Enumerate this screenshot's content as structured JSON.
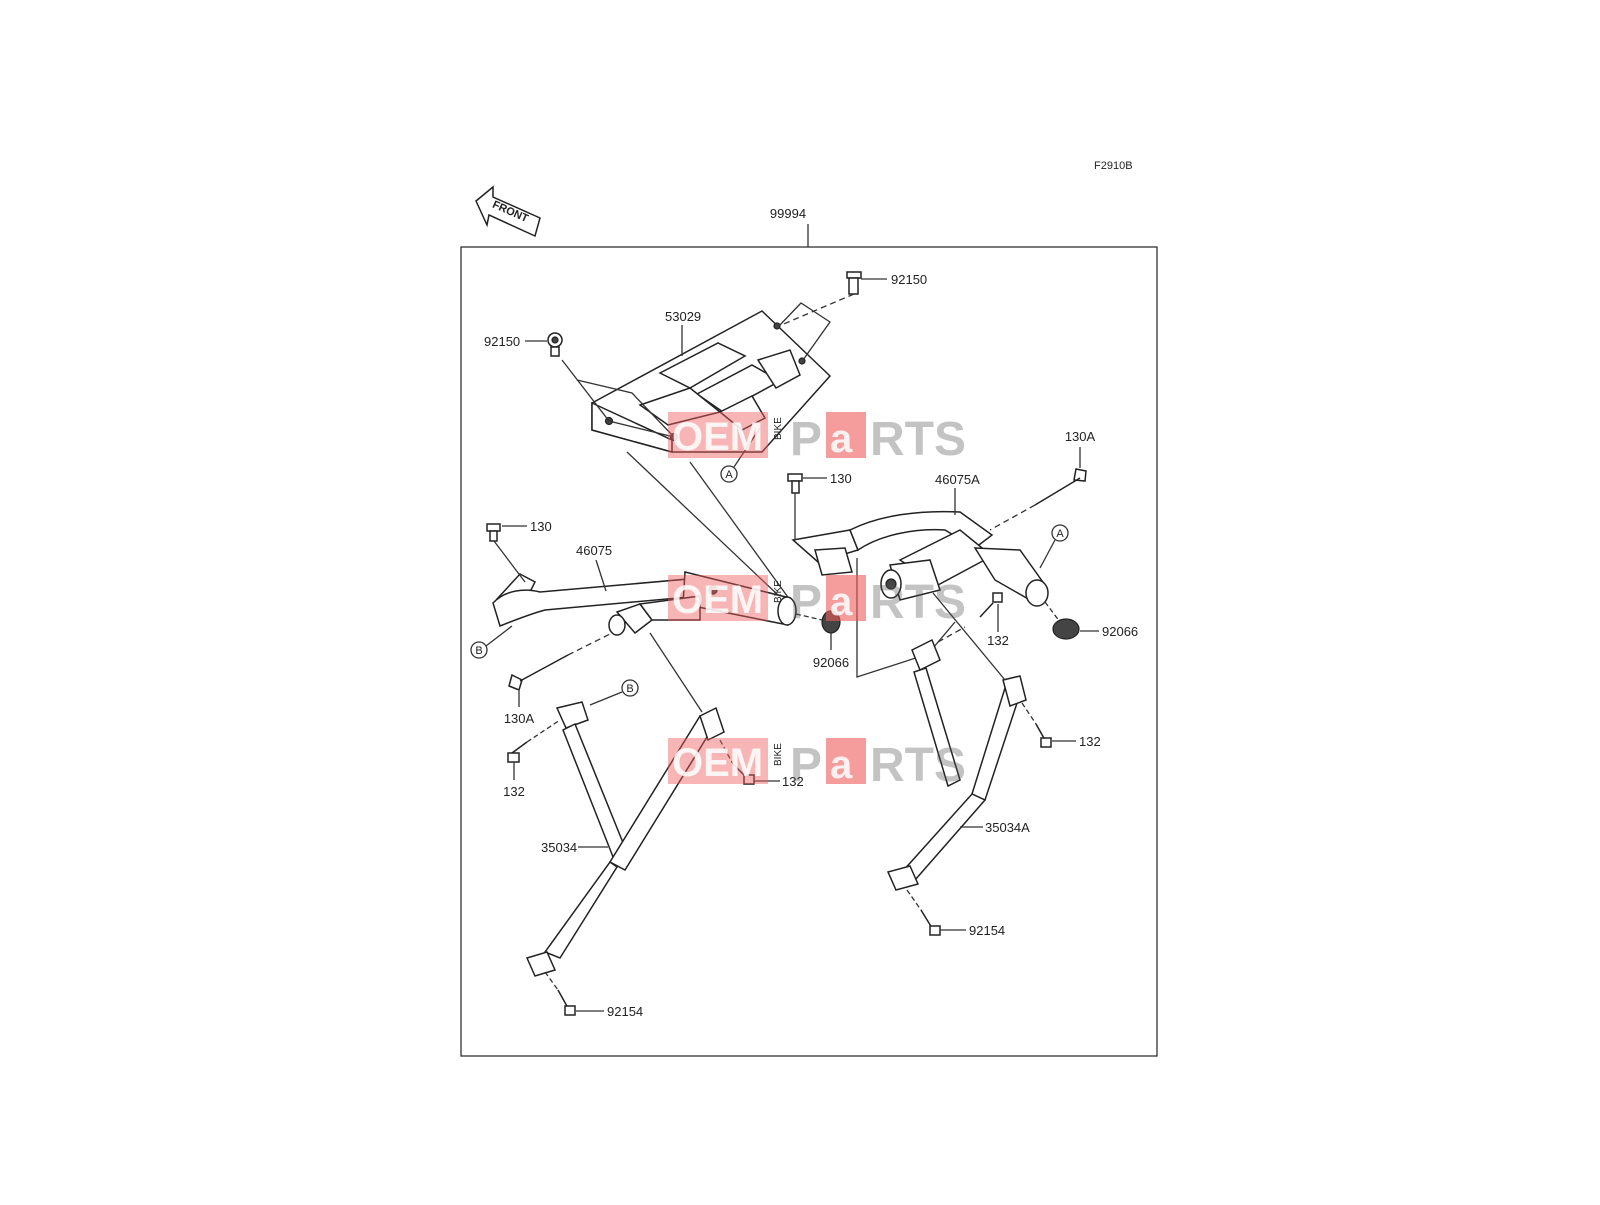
{
  "diagram": {
    "figure_code": "F2910B",
    "front_label": "FRONT",
    "assembly_number": "99994",
    "callouts": [
      {
        "id": "c-92150-top",
        "text": "92150"
      },
      {
        "id": "c-92150-left",
        "text": "92150"
      },
      {
        "id": "c-53029",
        "text": "53029"
      },
      {
        "id": "c-130a-right",
        "text": "130A"
      },
      {
        "id": "c-130-mid",
        "text": "130"
      },
      {
        "id": "c-46075a",
        "text": "46075A"
      },
      {
        "id": "c-130-left",
        "text": "130"
      },
      {
        "id": "c-46075",
        "text": "46075"
      },
      {
        "id": "c-92066-right",
        "text": "92066"
      },
      {
        "id": "c-132-right-top",
        "text": "132"
      },
      {
        "id": "c-92066-mid",
        "text": "92066"
      },
      {
        "id": "c-130a-left",
        "text": "130A"
      },
      {
        "id": "c-132-left",
        "text": "132"
      },
      {
        "id": "c-132-mid",
        "text": "132"
      },
      {
        "id": "c-132-right",
        "text": "132"
      },
      {
        "id": "c-35034",
        "text": "35034"
      },
      {
        "id": "c-35034a",
        "text": "35034A"
      },
      {
        "id": "c-92154-right",
        "text": "92154"
      },
      {
        "id": "c-92154-left",
        "text": "92154"
      }
    ],
    "reference_markers": [
      {
        "id": "ref-a-top",
        "text": "A"
      },
      {
        "id": "ref-a-right",
        "text": "A"
      },
      {
        "id": "ref-b-left",
        "text": "B"
      },
      {
        "id": "ref-b-lower",
        "text": "B"
      }
    ],
    "watermark": {
      "part1": "OEM",
      "part2": "BIKE",
      "part3": "P",
      "part4": "a",
      "part5": "RTS"
    }
  }
}
